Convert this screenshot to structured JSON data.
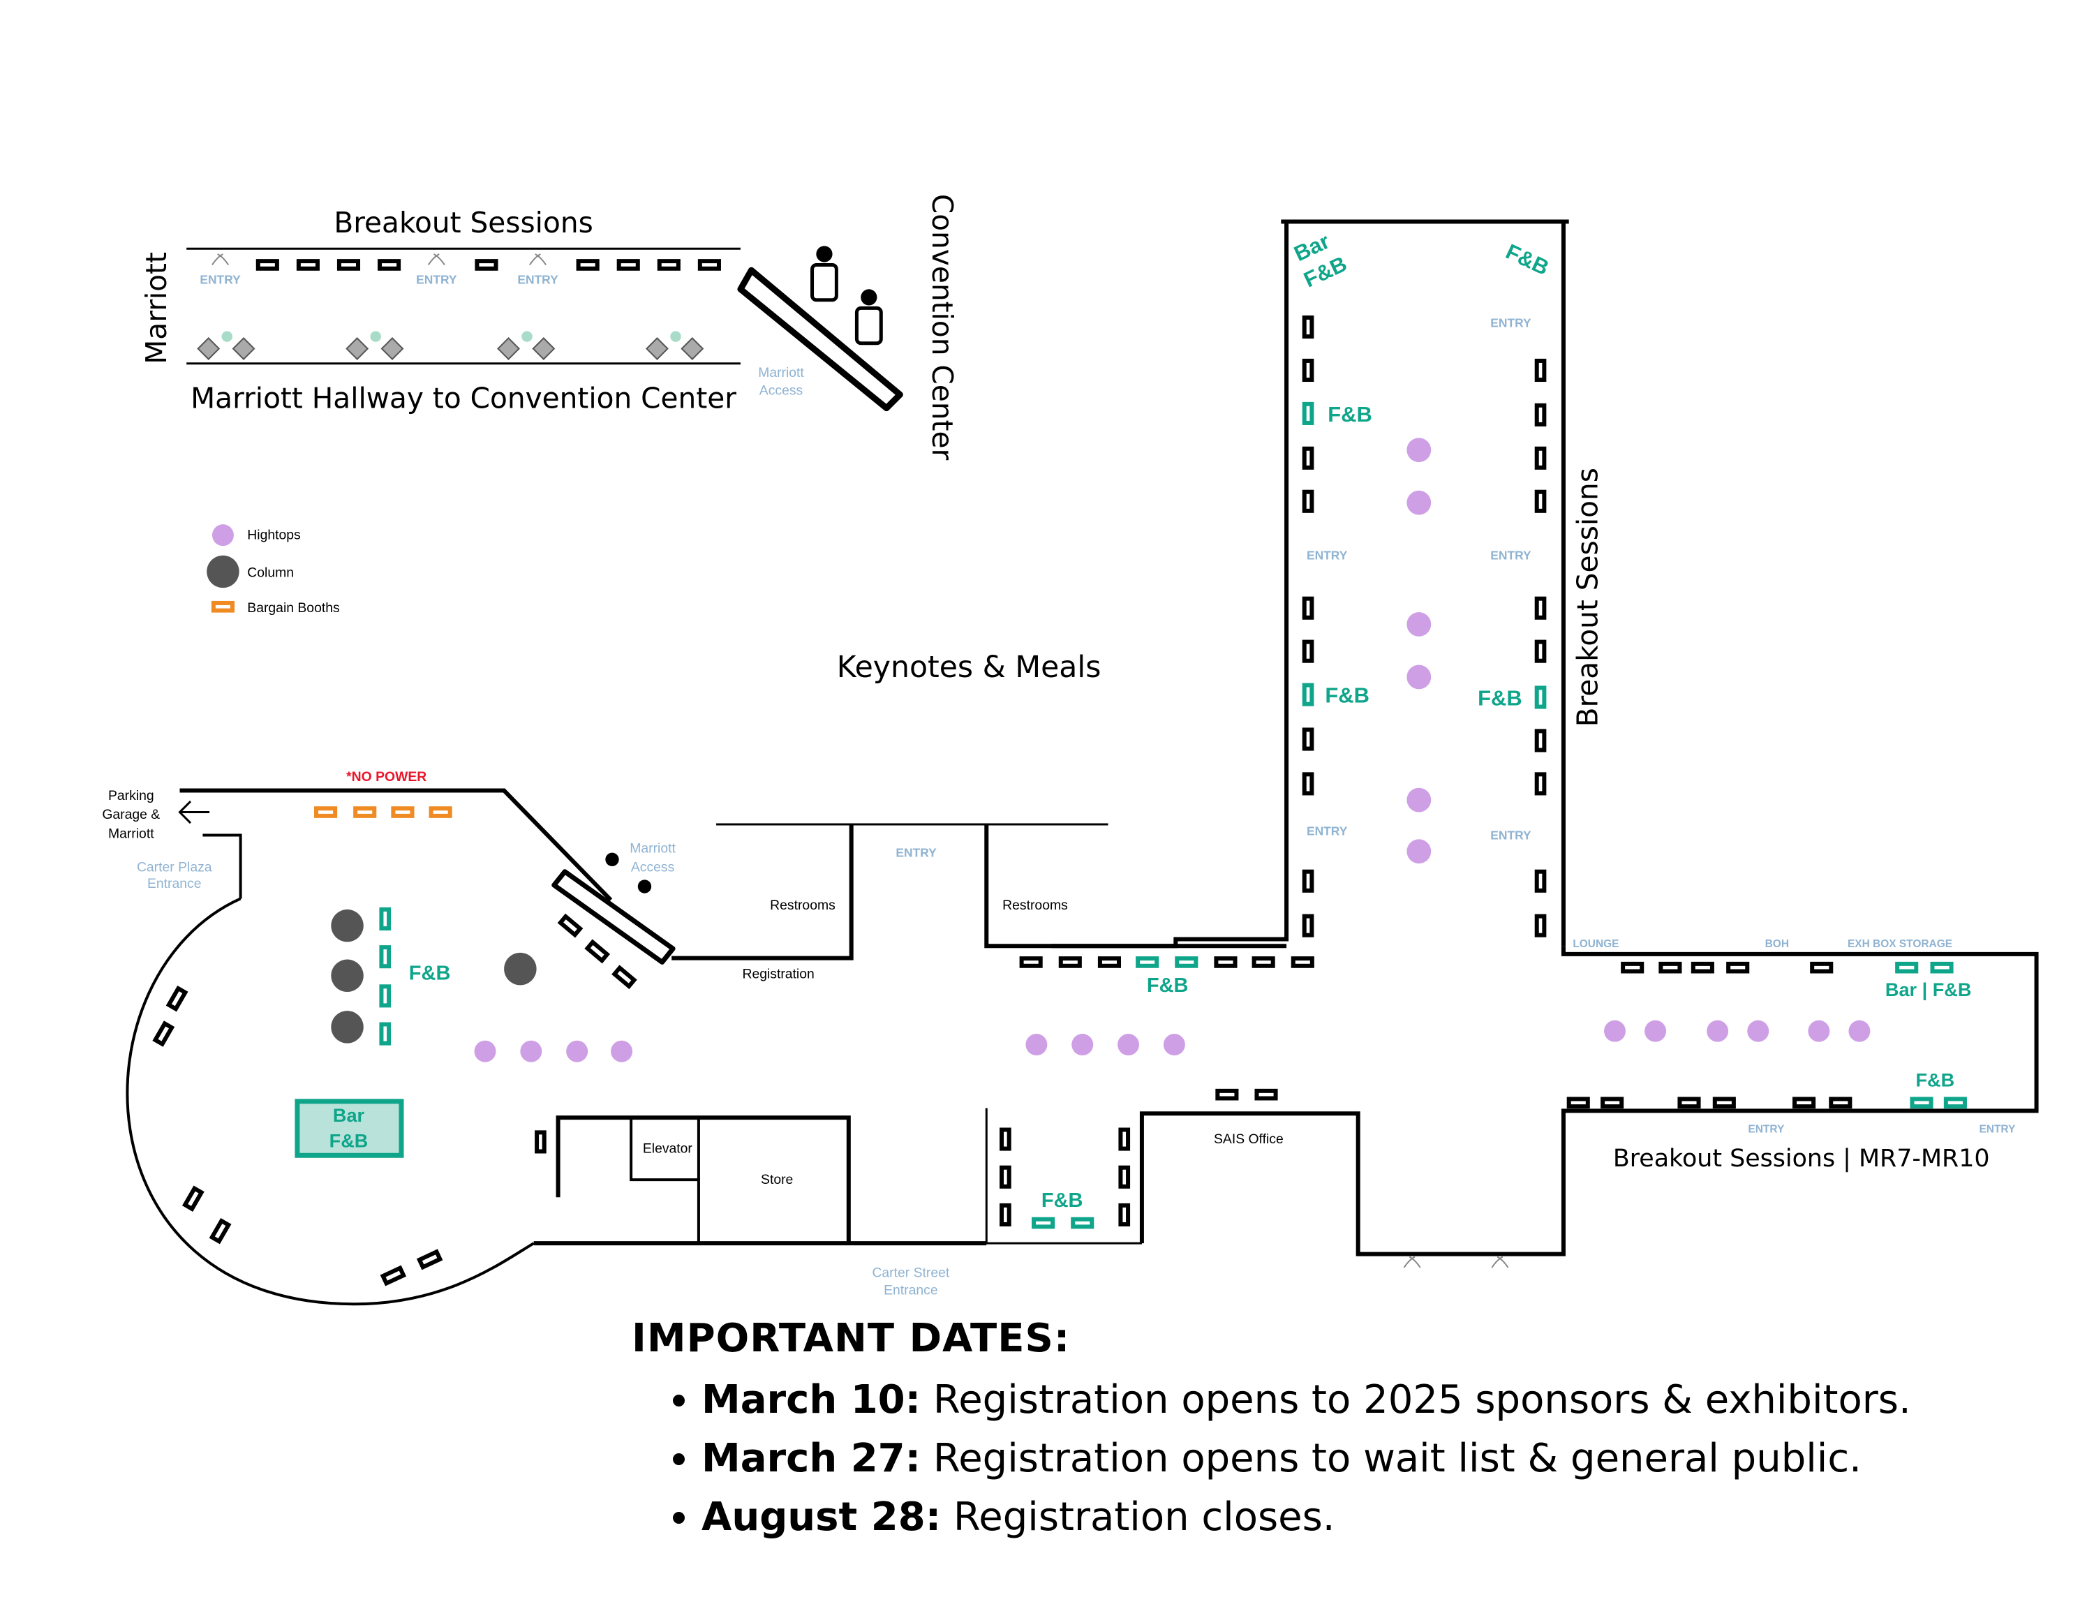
{
  "colors": {
    "wall": "#000000",
    "booth": "#000000",
    "fb": "#0fa58a",
    "fb_fill": "#b9e2da",
    "bargain": "#f08a22",
    "hightop": "#cf9fe6",
    "column": "#555555",
    "entry_label": "#8fb3d2",
    "no_power": "#e8162a"
  },
  "labels": {
    "breakout_top": "Breakout Sessions",
    "marriott_vertical": "Marriott",
    "hallway": "Marriott Hallway to Convention Center",
    "convention_center": "Convention Center",
    "marriott_access": "Marriott Access",
    "keynotes": "Keynotes & Meals",
    "breakout_right": "Breakout Sessions",
    "breakout_bottom": "Breakout Sessions | MR7-MR10",
    "no_power": "*NO POWER",
    "parking": "Parking Garage & Marriott",
    "carter_plaza": "Carter Plaza Entrance",
    "restrooms": "Restrooms",
    "registration": "Registration",
    "elevator": "Elevator",
    "store": "Store",
    "sais_office": "SAIS Office",
    "carter_street": "Carter Street Entrance",
    "entry": "ENTRY",
    "lounge": "LOUNGE",
    "boh": "BOH",
    "exh_box": "EXH BOX STORAGE",
    "fb": "F&B",
    "bar": "Bar",
    "bar_fb": "Bar | F&B"
  },
  "legend": [
    {
      "key": "hightop",
      "label": "Hightops"
    },
    {
      "key": "column",
      "label": "Column"
    },
    {
      "key": "bargain",
      "label": "Bargain Booths"
    }
  ],
  "important_dates": {
    "heading": "IMPORTANT DATES:",
    "items": [
      {
        "date": "March 10:",
        "text": " Registration opens to 2025 sponsors & exhibitors."
      },
      {
        "date": "March 27:",
        "text": " Registration opens to wait list & general public."
      },
      {
        "date": "August 28:",
        "text": " Registration closes."
      }
    ]
  }
}
